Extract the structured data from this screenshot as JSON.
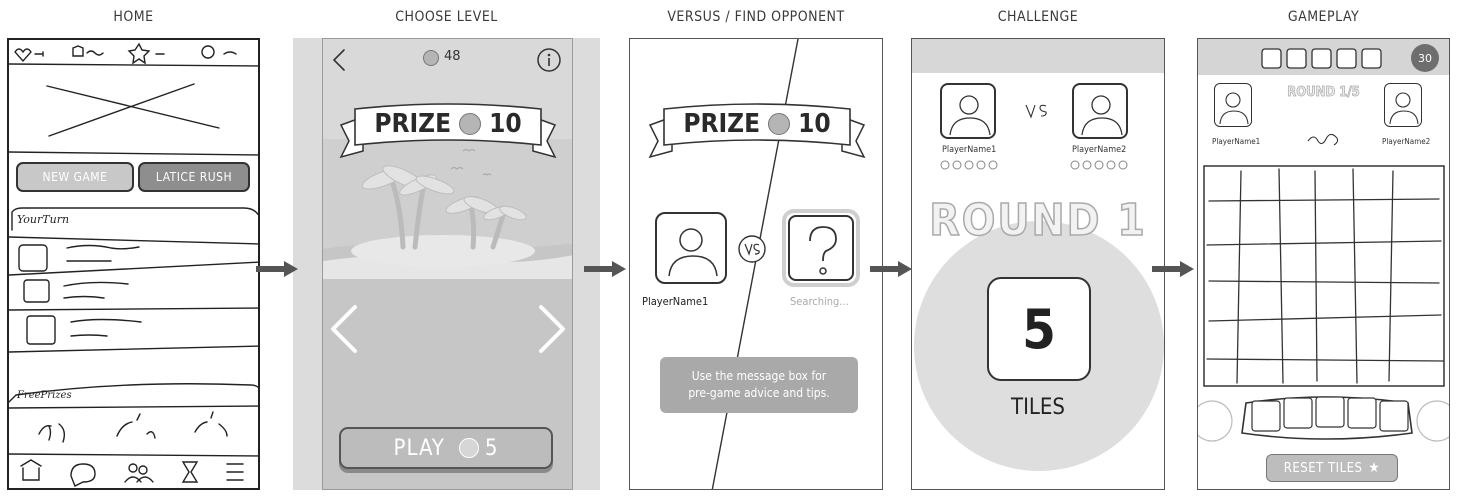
{
  "titles": {
    "home": "HOME",
    "choose_level": "CHOOSE LEVEL",
    "versus": "VERSUS / FIND OPPONENT",
    "challenge": "CHALLENGE",
    "gameplay": "GAMEPLAY"
  },
  "home": {
    "new_game": "NEW GAME",
    "latice_rush": "LATICE RUSH",
    "your_turn": "YourTurn",
    "free_prizes": "FreePrizes"
  },
  "level": {
    "coins": "48",
    "prize_label": "PRIZE",
    "prize_value": "10",
    "play_label": "PLAY",
    "play_cost": "5"
  },
  "versus": {
    "prize_label": "PRIZE",
    "prize_value": "10",
    "player_name": "PlayerName1",
    "searching": "Searching...",
    "tip_line1": "Use the message box for",
    "tip_line2": "pre-game advice and tips."
  },
  "challenge": {
    "player1": "PlayerName1",
    "player2": "PlayerName2",
    "round": "ROUND 1",
    "tiles_count": "5",
    "tiles_label": "TILES"
  },
  "gameplay": {
    "timer": "30",
    "round": "ROUND 1/5",
    "player1": "PlayerName1",
    "player2": "PlayerName2",
    "reset": "RESET TILES"
  }
}
